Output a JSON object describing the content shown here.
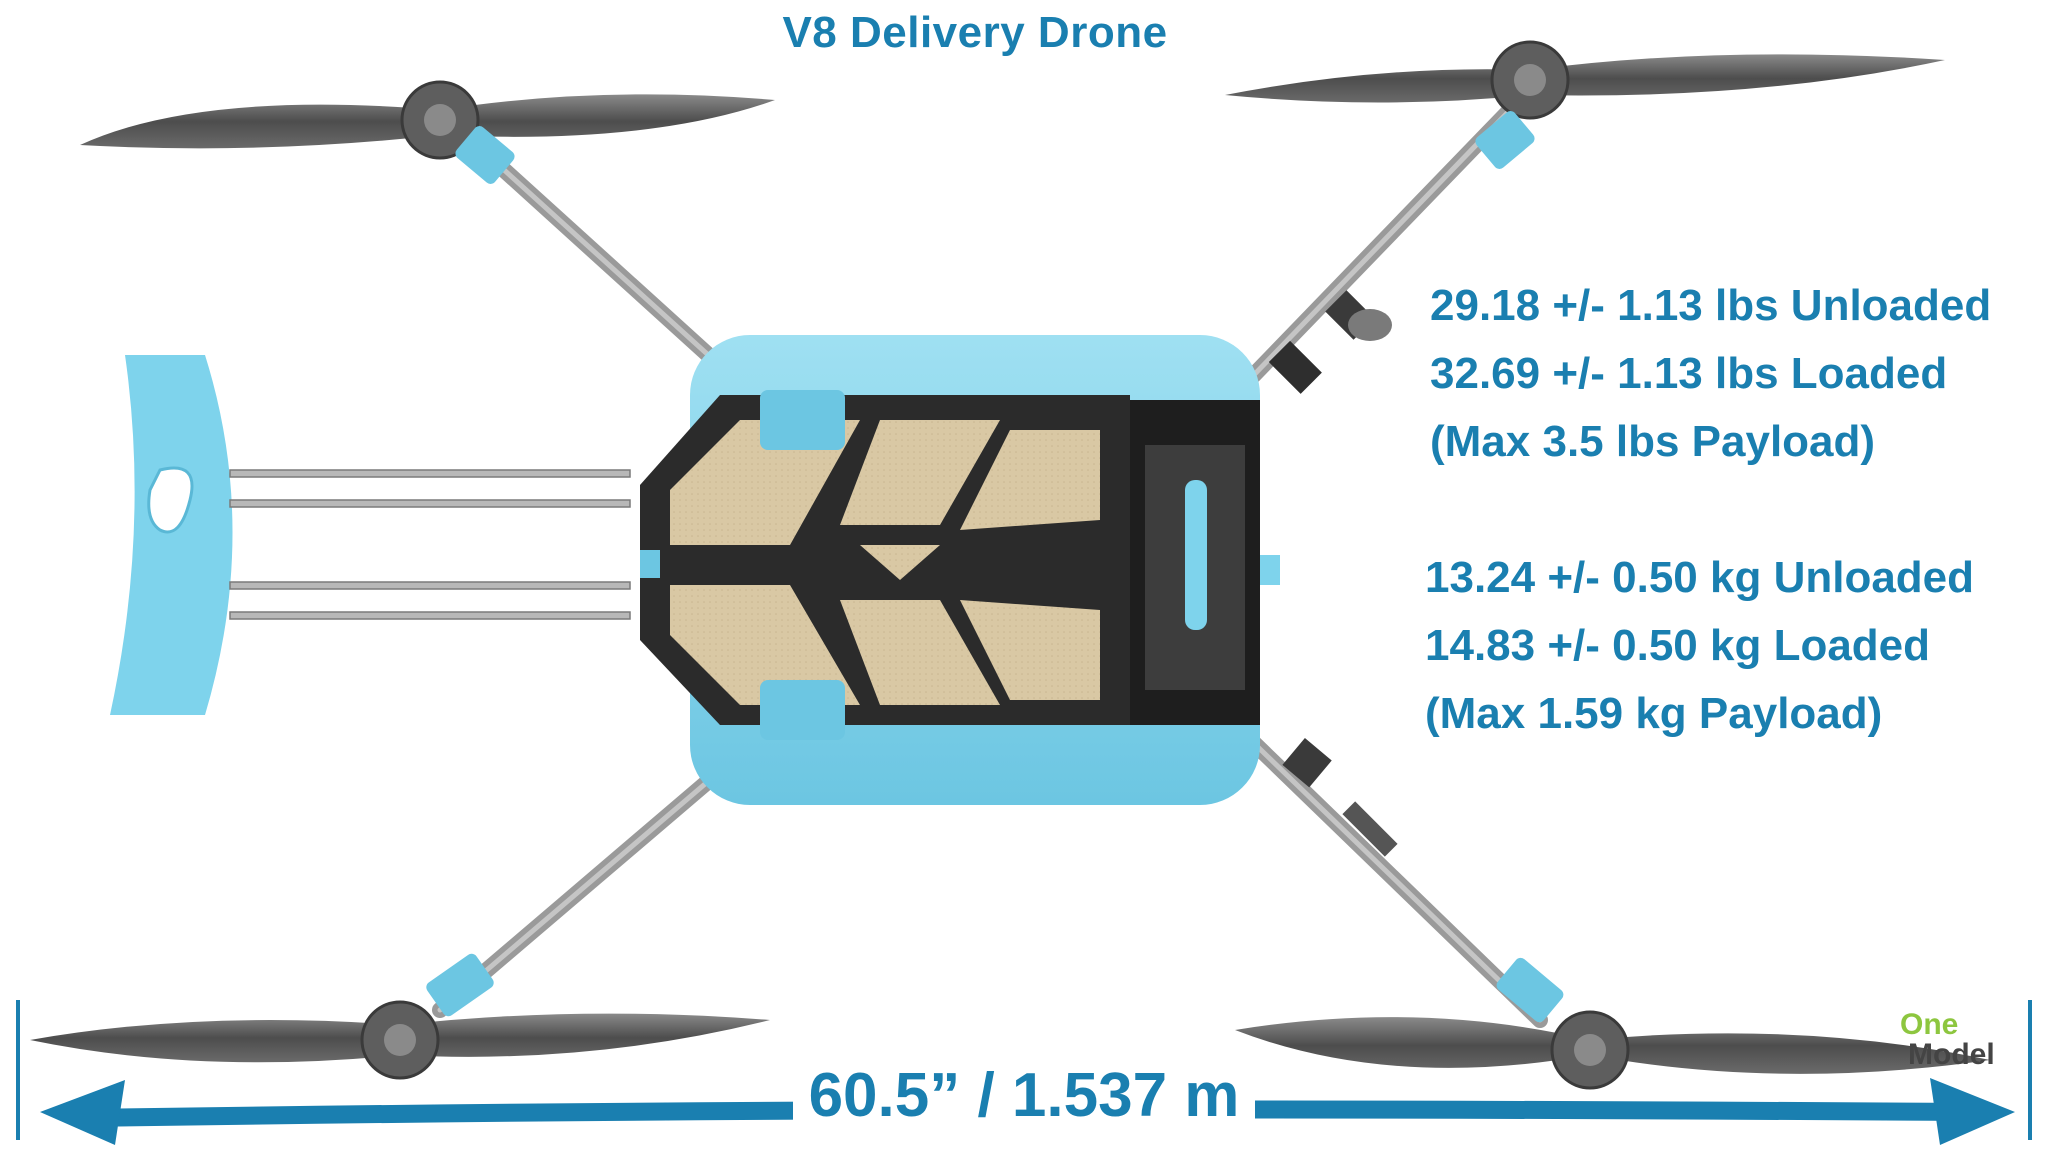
{
  "title": "V8 Delivery Drone",
  "specs_imperial": {
    "unloaded": "29.18 +/- 1.13 lbs Unloaded",
    "loaded": "32.69 +/- 1.13 lbs Loaded",
    "payload": "(Max 3.5 lbs Payload)"
  },
  "specs_metric": {
    "unloaded": "13.24 +/- 0.50 kg Unloaded",
    "loaded": "14.83 +/- 0.50 kg Loaded",
    "payload": "(Max 1.59 kg Payload)"
  },
  "dimension": "60.5” / 1.537 m",
  "logo": {
    "line1": "One",
    "line2": "Model"
  },
  "colors": {
    "text_blue": "#1a7fb0",
    "accent_cyan": "#7ed3ec",
    "frame_dark": "#2b2b2b",
    "panel_tan": "#d9c8a4",
    "arm_gray": "#9a9a9a",
    "prop_gray": "#5a5a5a",
    "logo_green": "#8dc63f"
  },
  "icons": {
    "drone_illustration": "drone-top-view",
    "width_arrow": "double-headed-arrow"
  }
}
